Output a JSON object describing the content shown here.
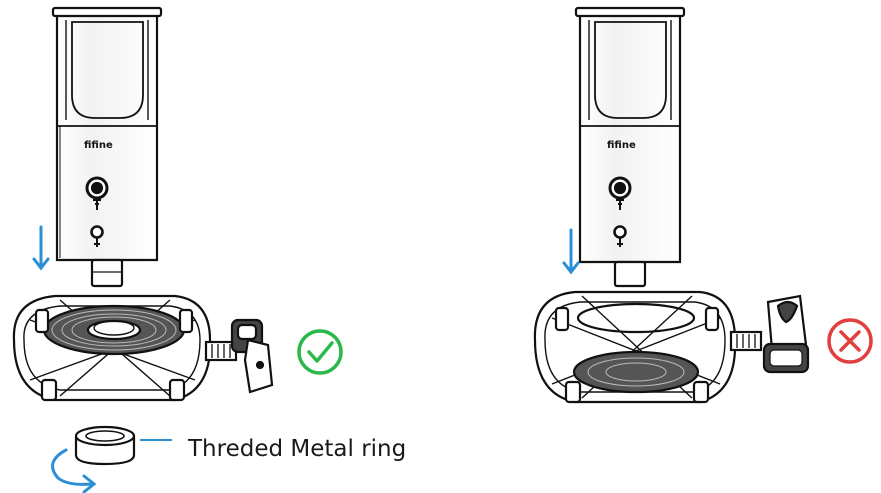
{
  "brand_label": "fifine",
  "ring_label": "Threded Metal ring",
  "panels": [
    {
      "name": "correct",
      "status_icon": "check-circle-icon",
      "status_color": "#2db84b"
    },
    {
      "name": "incorrect",
      "status_icon": "x-circle-icon",
      "status_color": "#e2403e"
    }
  ],
  "colors": {
    "arrow": "#2a8fd6",
    "stroke": "#111111",
    "dark_pad": "#4a4a4a"
  }
}
